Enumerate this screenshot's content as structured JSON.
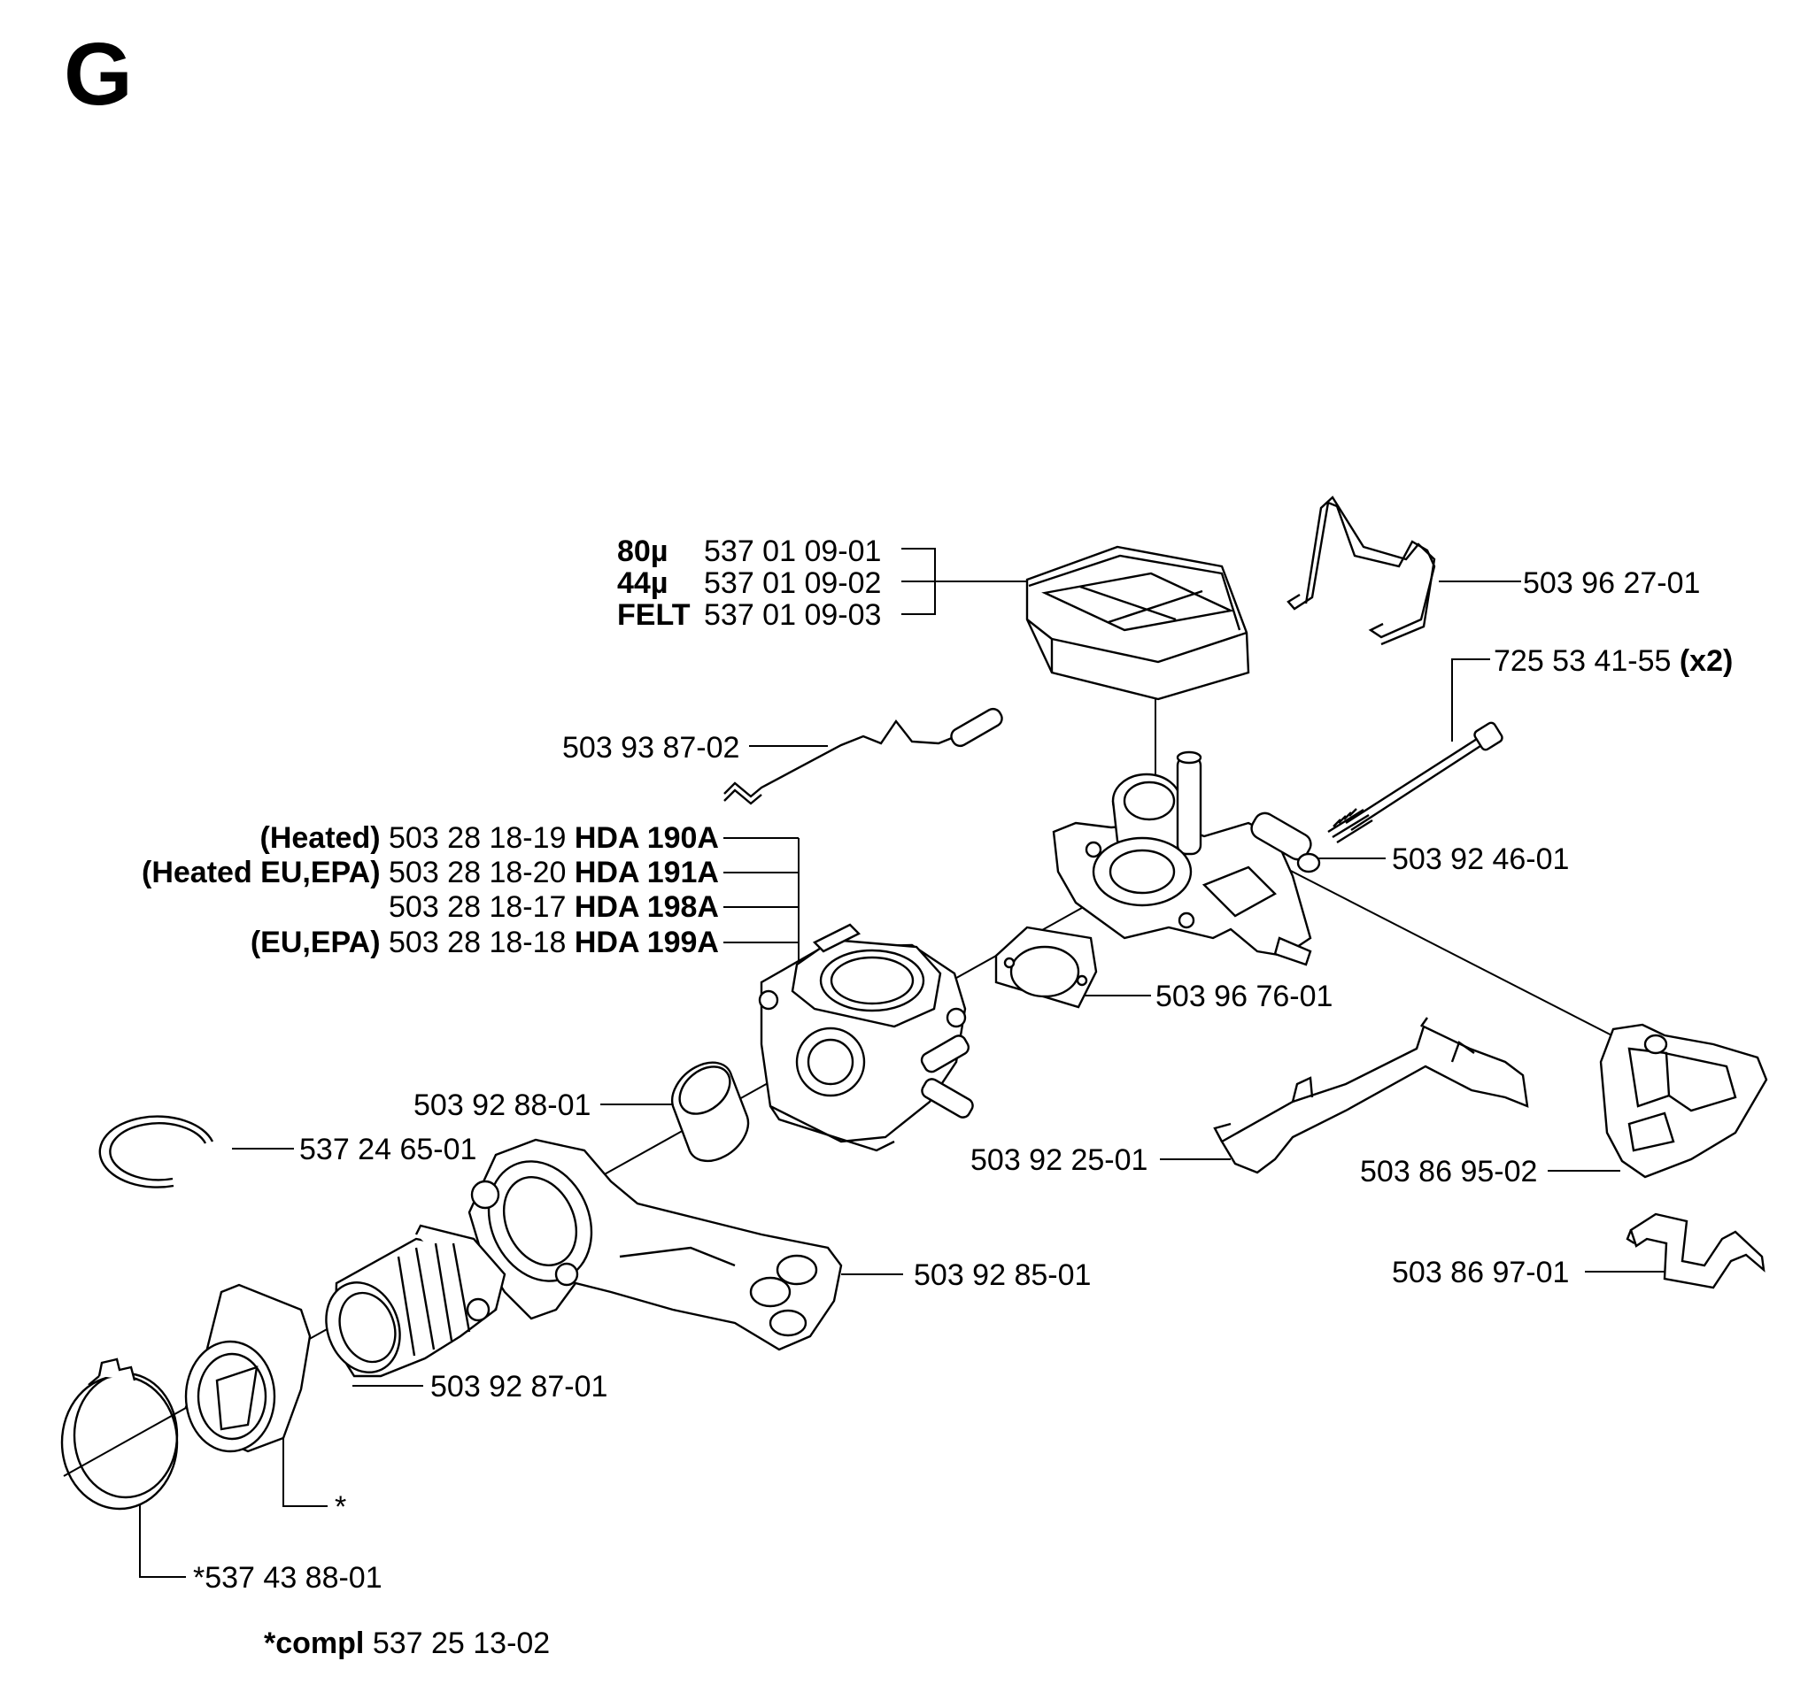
{
  "section_letter": "G",
  "labels": {
    "filter_80": {
      "prefix": "80µ",
      "part": "537 01 09-01"
    },
    "filter_44": {
      "prefix": "44µ",
      "part": "537 01 09-02"
    },
    "filter_felt": {
      "prefix": "FELT",
      "part": "537 01 09-03"
    },
    "clip_top": {
      "part": "503 96 27-01"
    },
    "screw": {
      "part": "725 53 41-55",
      "qty": "(x2)"
    },
    "wire_rod": {
      "part": "503 93 87-02"
    },
    "carb_heated": {
      "variant": "(Heated)",
      "part": "503 28 18-19",
      "model": "HDA 190A"
    },
    "carb_heated_eu": {
      "variant": "(Heated EU,EPA)",
      "part": "503 28 18-20",
      "model": "HDA 191A"
    },
    "carb_std": {
      "variant": "",
      "part": "503 28 18-17",
      "model": "HDA 198A"
    },
    "carb_eu": {
      "variant": "(EU,EPA)",
      "part": "503 28 18-18",
      "model": "HDA 199A"
    },
    "bushing": {
      "part": "503 92 46-01"
    },
    "gasket": {
      "part": "503 96 76-01"
    },
    "ring": {
      "part": "503 92 88-01"
    },
    "circlip": {
      "part": "537 24 65-01"
    },
    "lever": {
      "part": "503 92 25-01"
    },
    "choke_cover": {
      "part": "503 86 95-02"
    },
    "manifold": {
      "part": "503 92 85-01"
    },
    "bracket": {
      "part": "503 86 97-01"
    },
    "intake_boot": {
      "part": "503 92 87-01"
    },
    "flange_star": {
      "part": "*"
    },
    "clamp": {
      "part": "*537 43 88-01"
    },
    "compl": {
      "prefix": "*compl",
      "part": "537 25 13-02"
    }
  }
}
